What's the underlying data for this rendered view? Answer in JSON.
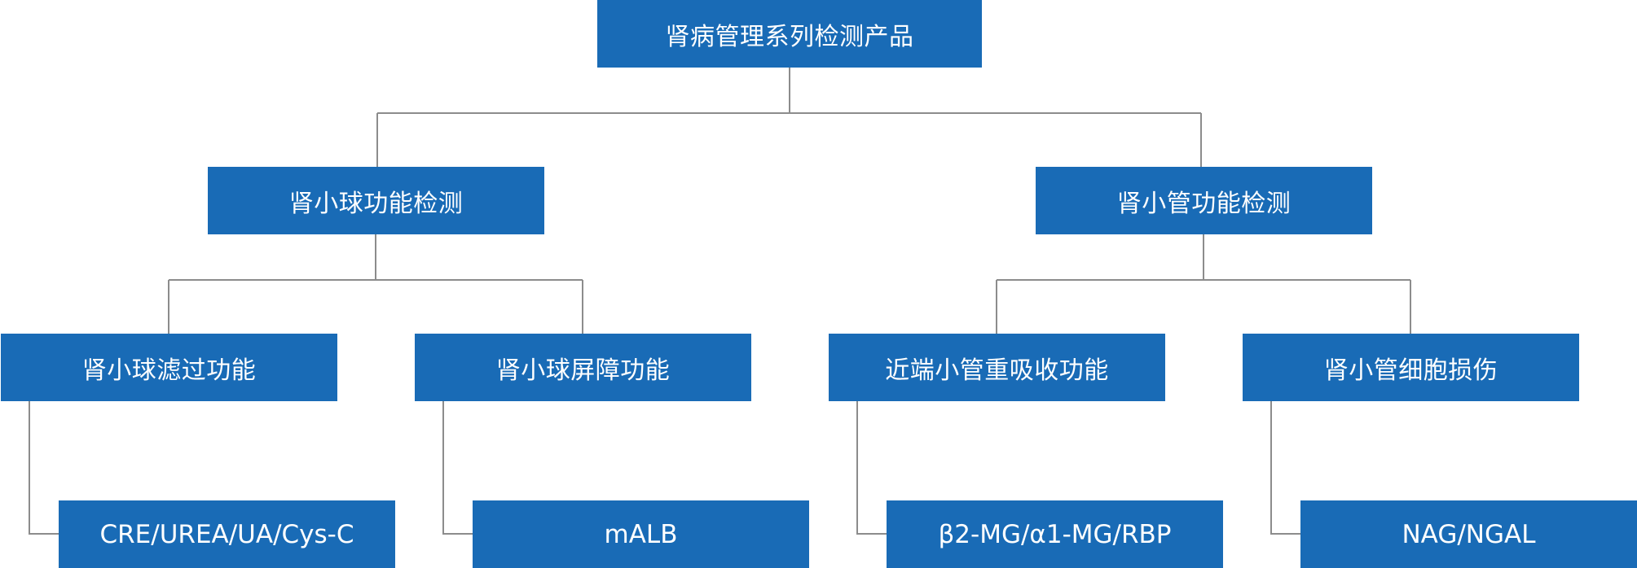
{
  "root": {
    "label": "肾病管理系列检测产品"
  },
  "categories": [
    {
      "label": "肾小球功能检测",
      "subcategories": [
        {
          "label": "肾小球滤过功能",
          "products": "CRE/UREA/UA/Cys-C"
        },
        {
          "label": "肾小球屏障功能",
          "products": "mALB"
        }
      ]
    },
    {
      "label": "肾小管功能检测",
      "subcategories": [
        {
          "label": "近端小管重吸收功能",
          "products": "β2-MG/α1-MG/RBP"
        },
        {
          "label": "肾小管细胞损伤",
          "products": "NAG/NGAL"
        }
      ]
    }
  ],
  "colors": {
    "node_fill": "#196bb6",
    "node_text": "#ffffff",
    "connector": "#8c8c8c",
    "background": "#ffffff"
  }
}
